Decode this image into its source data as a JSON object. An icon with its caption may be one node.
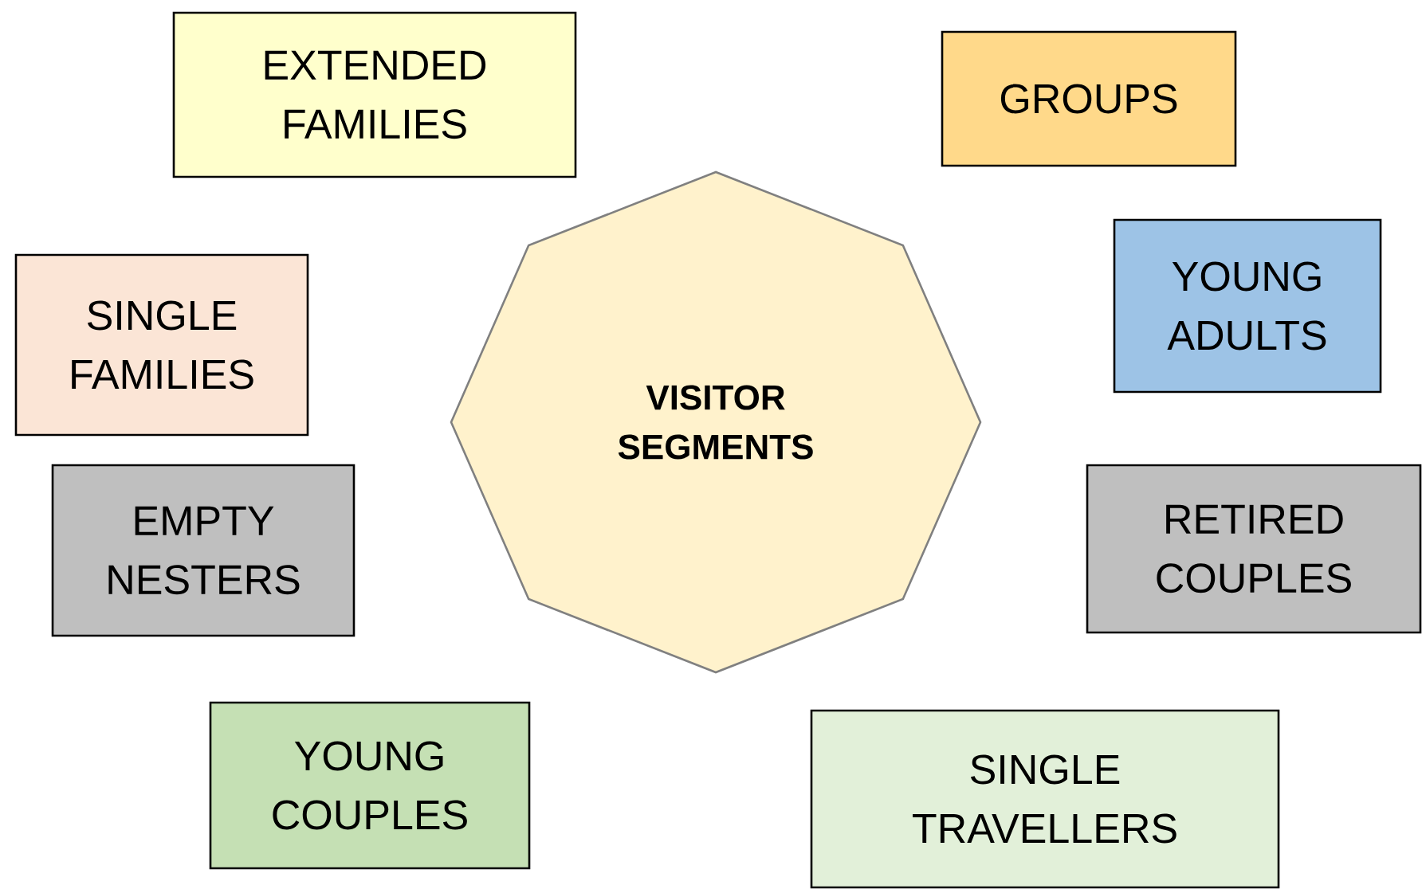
{
  "diagram": {
    "nodes": [
      {
        "text": [
          "VISITOR SEGMENTS"
        ]
      },
      {
        "text": [
          "EXTENDED FAMILIES"
        ]
      },
      {
        "text": [
          "GROUPS"
        ]
      },
      {
        "text": [
          "SINGLE FAMILIES"
        ]
      },
      {
        "text": [
          "YOUNG ADULTS"
        ]
      },
      {
        "text": [
          "EMPTY NESTERS"
        ]
      },
      {
        "text": [
          "RETIRED COUPLES"
        ]
      },
      {
        "text": [
          "YOUNG COUPLES"
        ]
      },
      {
        "text": [
          "SINGLE TRAVELLERS"
        ]
      }
    ]
  }
}
